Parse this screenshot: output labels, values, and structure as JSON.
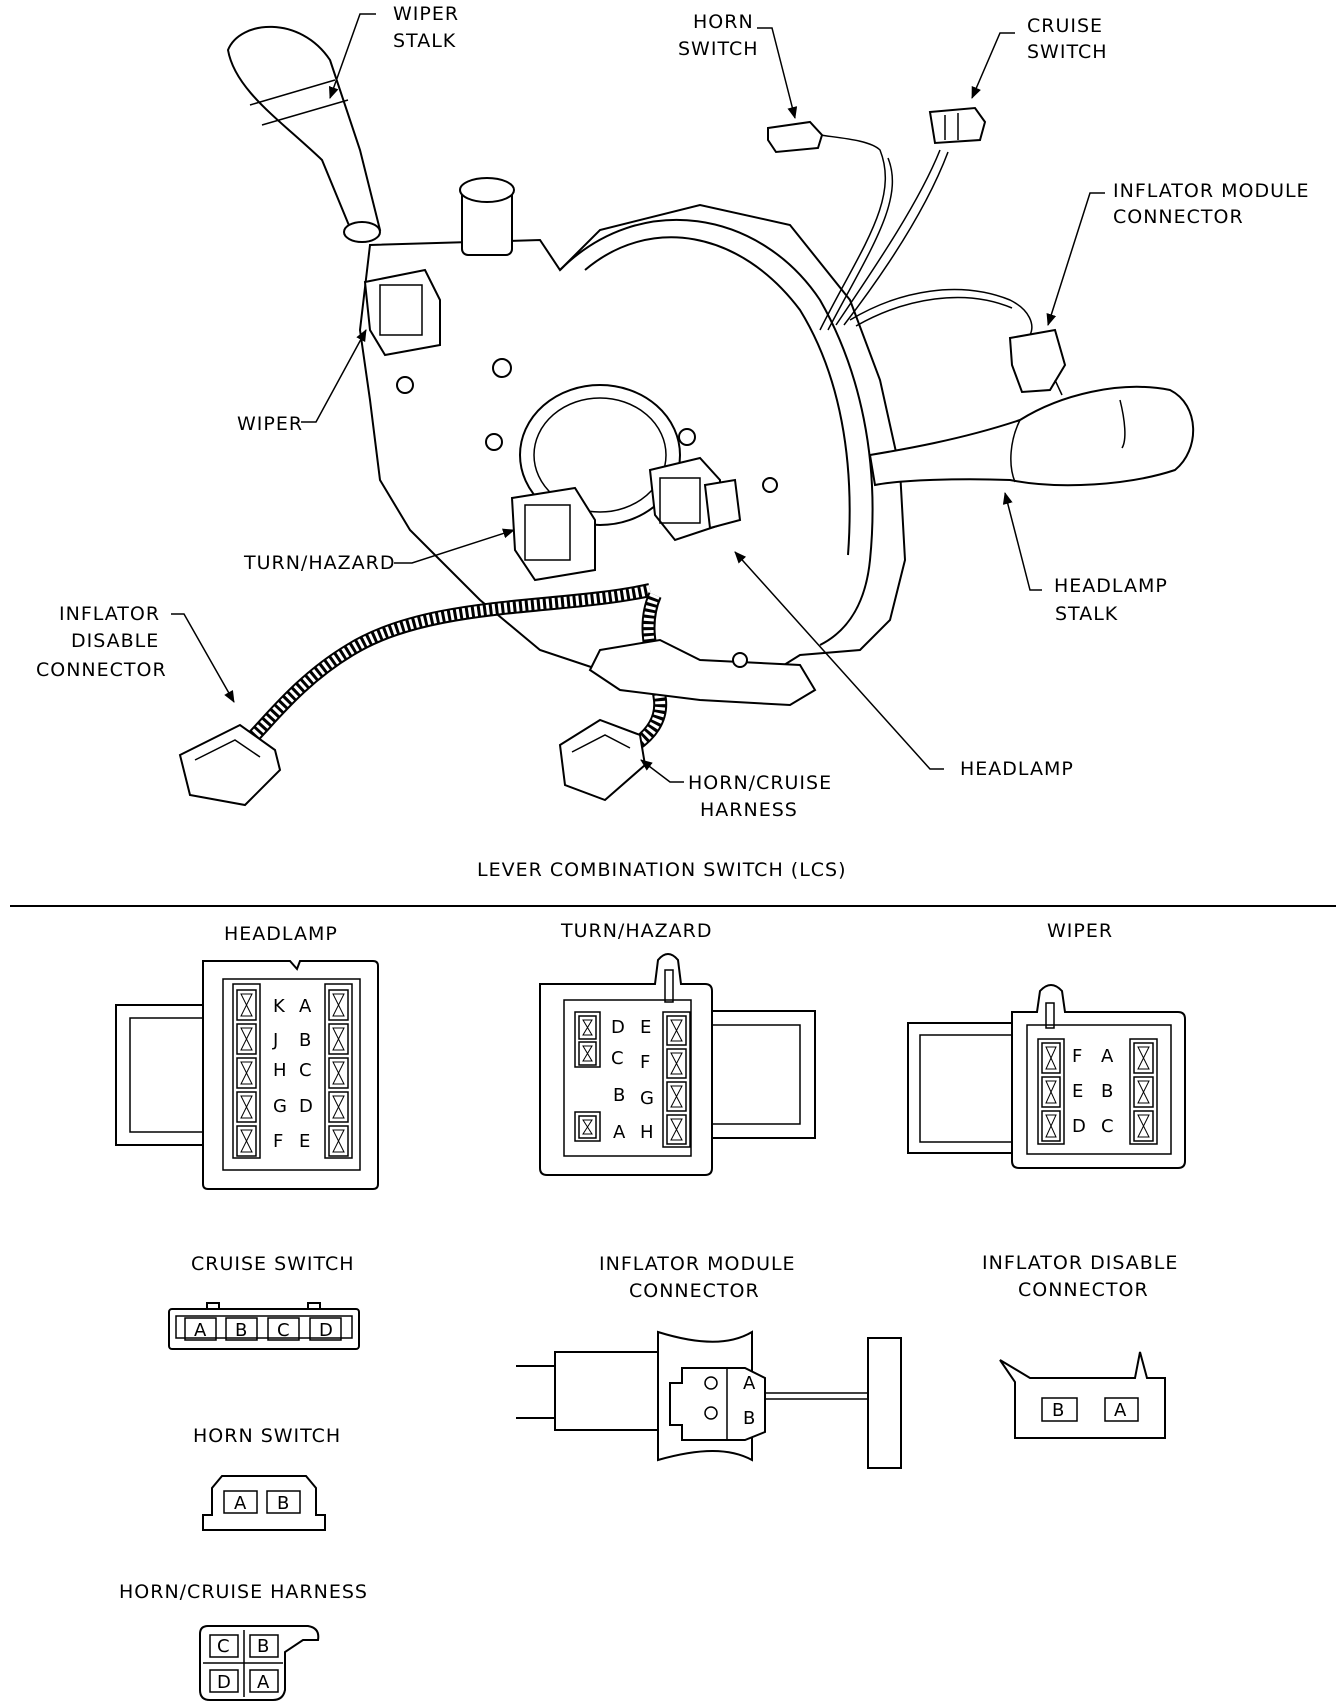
{
  "diagram": {
    "callouts": {
      "wiper_stalk": [
        "WIPER",
        "STALK"
      ],
      "horn_switch": [
        "HORN",
        "SWITCH"
      ],
      "cruise_switch": [
        "CRUISE",
        "SWITCH"
      ],
      "inflator_module_connector": [
        "INFLATOR MODULE",
        "CONNECTOR"
      ],
      "wiper": "WIPER",
      "turn_hazard": "TURN/HAZARD",
      "headlamp_stalk": [
        "HEADLAMP",
        "STALK"
      ],
      "inflator_disable_connector": [
        "INFLATOR",
        "DISABLE",
        "CONNECTOR"
      ],
      "headlamp": "HEADLAMP",
      "horn_cruise_harness": [
        "HORN/CRUISE",
        "HARNESS"
      ]
    },
    "caption": "LEVER COMBINATION SWITCH (LCS)"
  },
  "connectors": {
    "headlamp": {
      "title": "HEADLAMP",
      "left_pins": [
        "K",
        "J",
        "H",
        "G",
        "F"
      ],
      "right_pins": [
        "A",
        "B",
        "C",
        "D",
        "E"
      ]
    },
    "turn_hazard": {
      "title": "TURN/HAZARD",
      "left_pins": [
        "D",
        "C",
        "B",
        "A"
      ],
      "right_pins": [
        "E",
        "F",
        "G",
        "H"
      ]
    },
    "wiper": {
      "title": "WIPER",
      "left_pins": [
        "F",
        "E",
        "D"
      ],
      "right_pins": [
        "A",
        "B",
        "C"
      ]
    },
    "cruise_switch": {
      "title": "CRUISE SWITCH",
      "pins": [
        "A",
        "B",
        "C",
        "D"
      ]
    },
    "inflator_module": {
      "title": [
        "INFLATOR MODULE",
        "CONNECTOR"
      ],
      "pins": [
        "A",
        "B"
      ]
    },
    "inflator_disable": {
      "title": [
        "INFLATOR DISABLE",
        "CONNECTOR"
      ],
      "pins": [
        "B",
        "A"
      ]
    },
    "horn_switch": {
      "title": "HORN SWITCH",
      "pins": [
        "A",
        "B"
      ]
    },
    "horn_cruise_harness": {
      "title": "HORN/CRUISE HARNESS",
      "pins": [
        "C",
        "B",
        "D",
        "A"
      ]
    }
  }
}
